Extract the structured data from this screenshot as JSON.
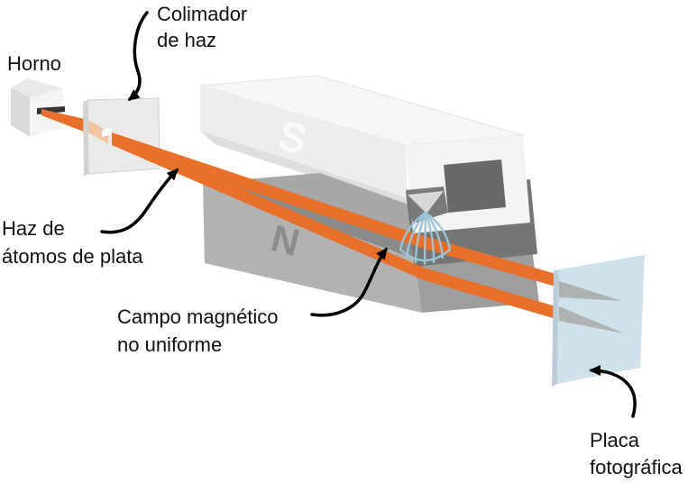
{
  "diagram": {
    "labels": {
      "oven": "Horno",
      "collimator": [
        "Colimador",
        "de haz"
      ],
      "silver_beam": [
        "Haz de",
        "átomos de plata"
      ],
      "magnetic_field": [
        "Campo magnético",
        "no uniforme"
      ],
      "photo_plate": [
        "Placa",
        "fotográfica"
      ],
      "south_pole": "S",
      "north_pole": "N"
    },
    "colors": {
      "beam": "#E8702B",
      "beam_faded": "#F2C5A5",
      "plate": "#CFE1EA",
      "plate_edge": "#B9CDD8",
      "plate_mark": "#A9A9A9",
      "field_lines": "#9CC5D8"
    }
  }
}
